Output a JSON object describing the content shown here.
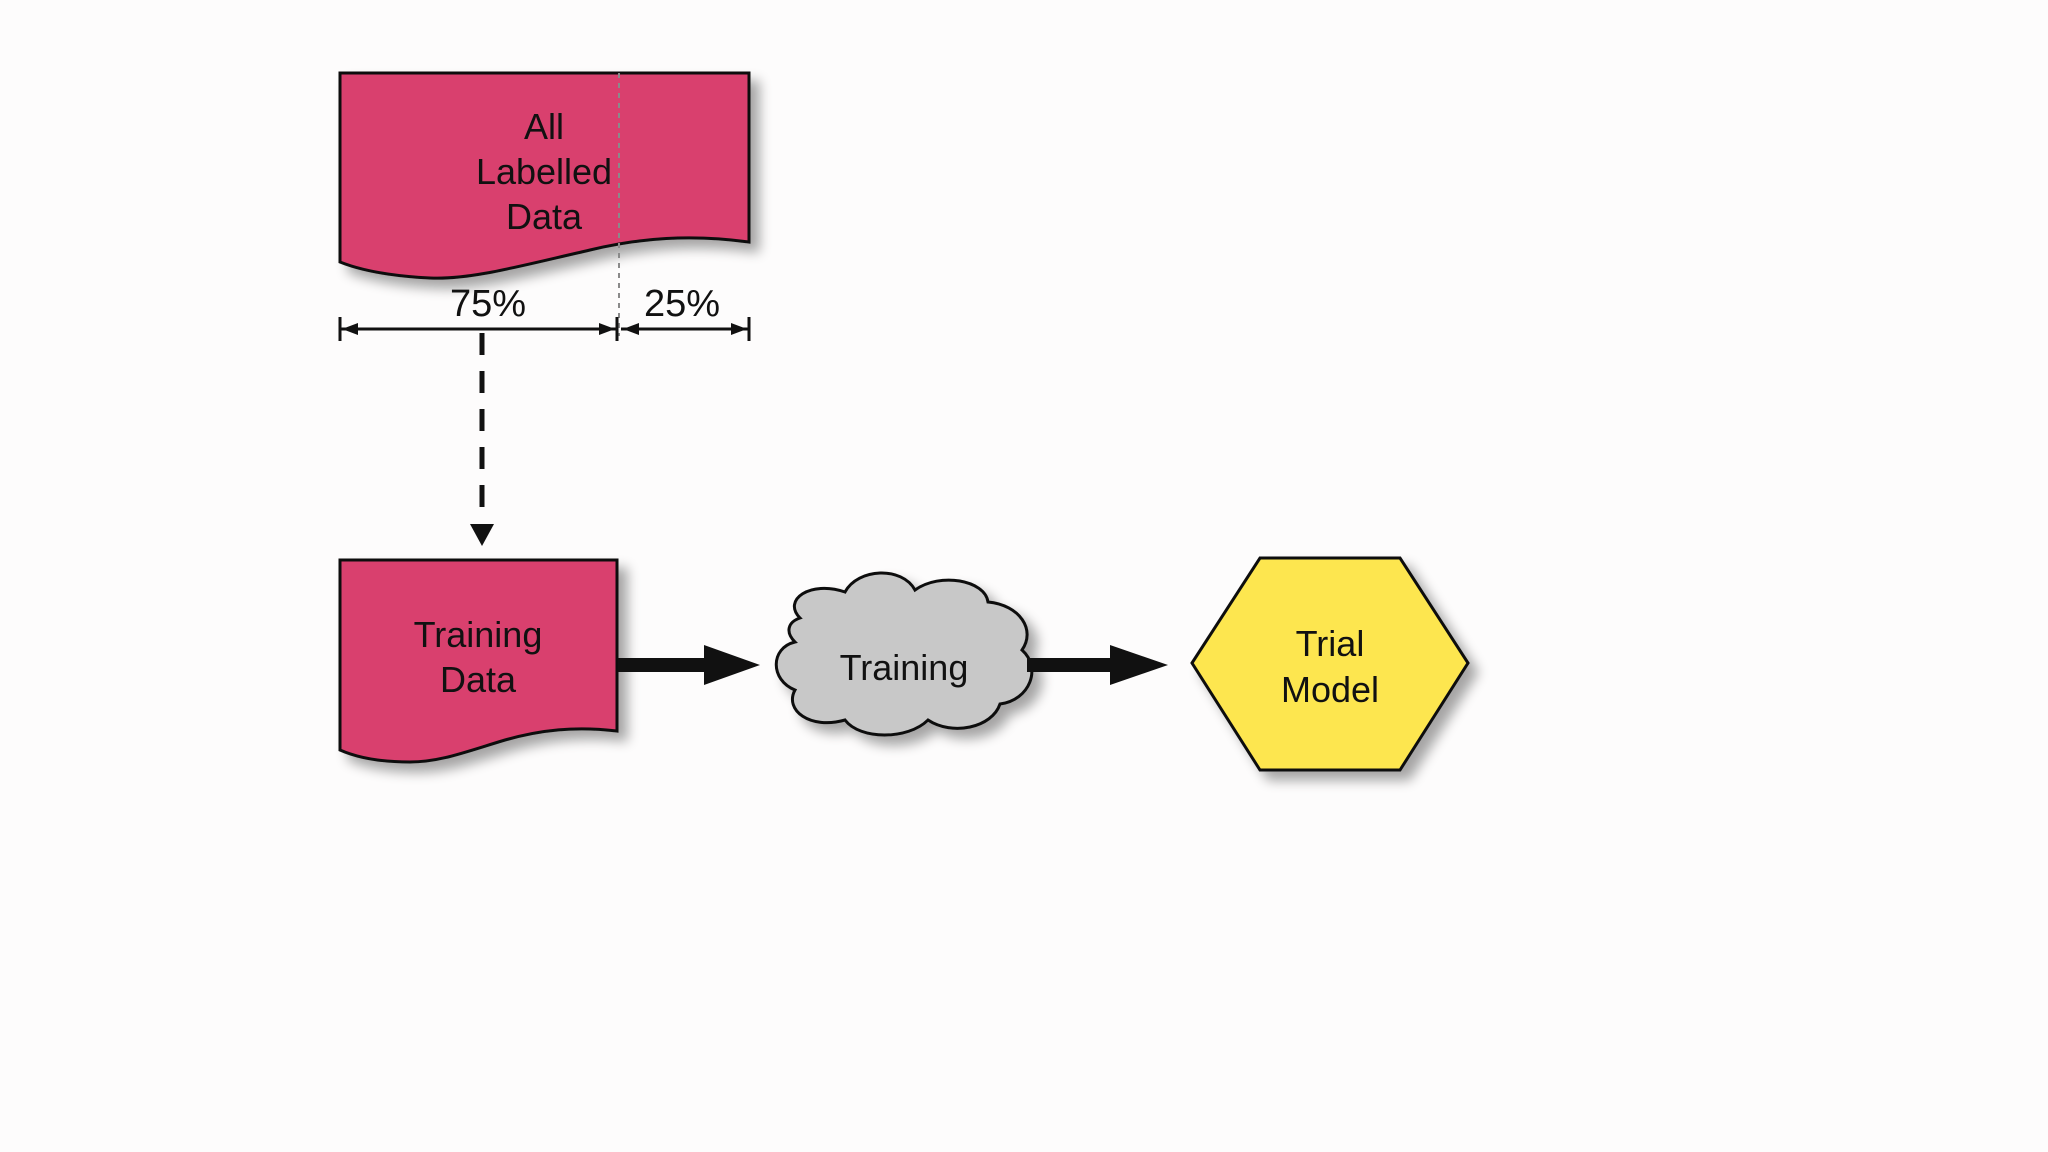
{
  "diagram": {
    "source_document": {
      "label_lines": [
        "All",
        "Labelled",
        "Data"
      ],
      "fill": "#d9416e"
    },
    "split": {
      "train_percent": "75%",
      "test_percent": "25%"
    },
    "training_data": {
      "label_lines": [
        "Training",
        "Data"
      ],
      "fill": "#d9416e"
    },
    "training_process": {
      "label": "Training",
      "fill": "#c8c8c8"
    },
    "trial_model": {
      "label_lines": [
        "Trial",
        "Model"
      ],
      "fill": "#fde64f"
    },
    "colors": {
      "stroke": "#111111",
      "shadow": "#b9b9b9",
      "divider": "#8a8a8a"
    }
  }
}
